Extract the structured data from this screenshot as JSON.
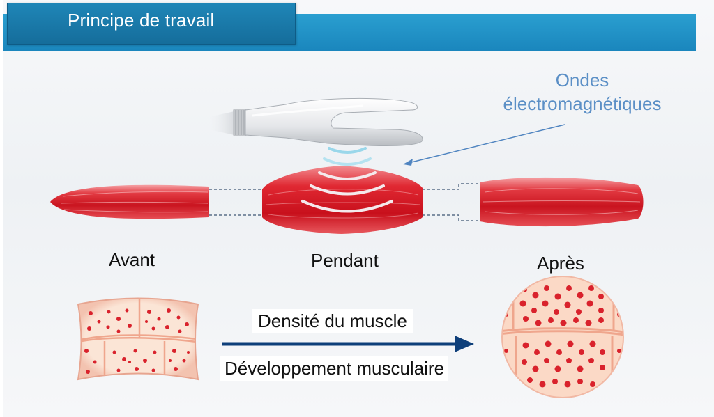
{
  "header": {
    "title": "Principe de travail"
  },
  "device": {
    "wave_label_line1": "Ondes",
    "wave_label_line2": "électromagnétiques"
  },
  "stages": {
    "before": "Avant",
    "during": "Pendant",
    "after": "Après"
  },
  "process": {
    "density": "Densité du muscle",
    "development": "Développement musculaire"
  },
  "colors": {
    "header": "#1a86bd",
    "title_box": "#156d9b",
    "muscle": "#d9222c",
    "muscle_light": "#f07a7e",
    "arrow": "#0e3f7a",
    "wave_label": "#5b8fc6",
    "cell_fill": "#fbdcc8",
    "cell_dot": "#d9222c"
  }
}
